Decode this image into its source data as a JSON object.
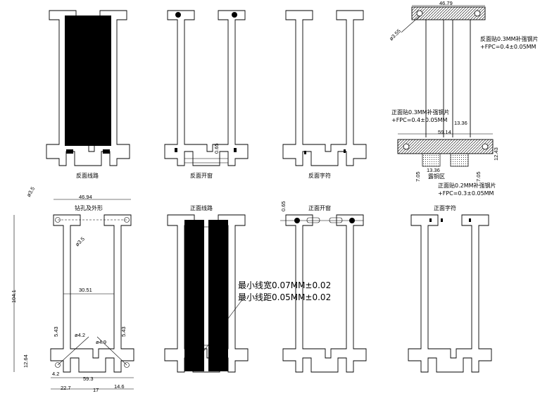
{
  "views": {
    "back_trace": "反面线路",
    "back_mask": "反面开窗",
    "back_silk": "反面字符",
    "front_trace": "正面线路",
    "front_mask": "正面开窗",
    "front_silk": "正面字符",
    "drill_outline": "钻孔及外形"
  },
  "notes": {
    "back_stiff_1": "反面贴0.3MM补强钢片",
    "back_stiff_2": "+FPC=0.4±0.05MM",
    "front_stiff_1": "正面贴0.3MM补强钢片",
    "front_stiff_2": "+FPC=0.4±0.05MM",
    "front_stiff2_1": "正面贴0.2MM补强钢片",
    "front_stiff2_2": "+FPC=0.3±0.05MM",
    "exposed_copper": "露铜区",
    "min_width": "最小线宽0.07MM±0.02",
    "min_space": "最小线距0.05MM±0.02"
  },
  "dims": {
    "mask_065": "0.65",
    "top_4679": "46.79",
    "dia_355": "ø3.55",
    "d_1336": "13.36",
    "d_5914": "59.14",
    "d_1243": "12.43",
    "d_705a": "7.05",
    "d_1336b": "13.36",
    "d_705b": "7.05",
    "dia_35": "ø3.5",
    "w_4694": "46.94",
    "dia_35b": "ø3.5",
    "h_1041": "104.1",
    "w_3051": "30.51",
    "d_543a": "5.43",
    "d_543b": "5.43",
    "dia_42": "ø4.2",
    "dia_49": "ø4.9",
    "d_1264": "12.64",
    "d_42": "4.2",
    "w_593": "59.3",
    "w_227": "22.7",
    "w_17": "17",
    "w_146": "14.6",
    "front_065": "0.65"
  }
}
